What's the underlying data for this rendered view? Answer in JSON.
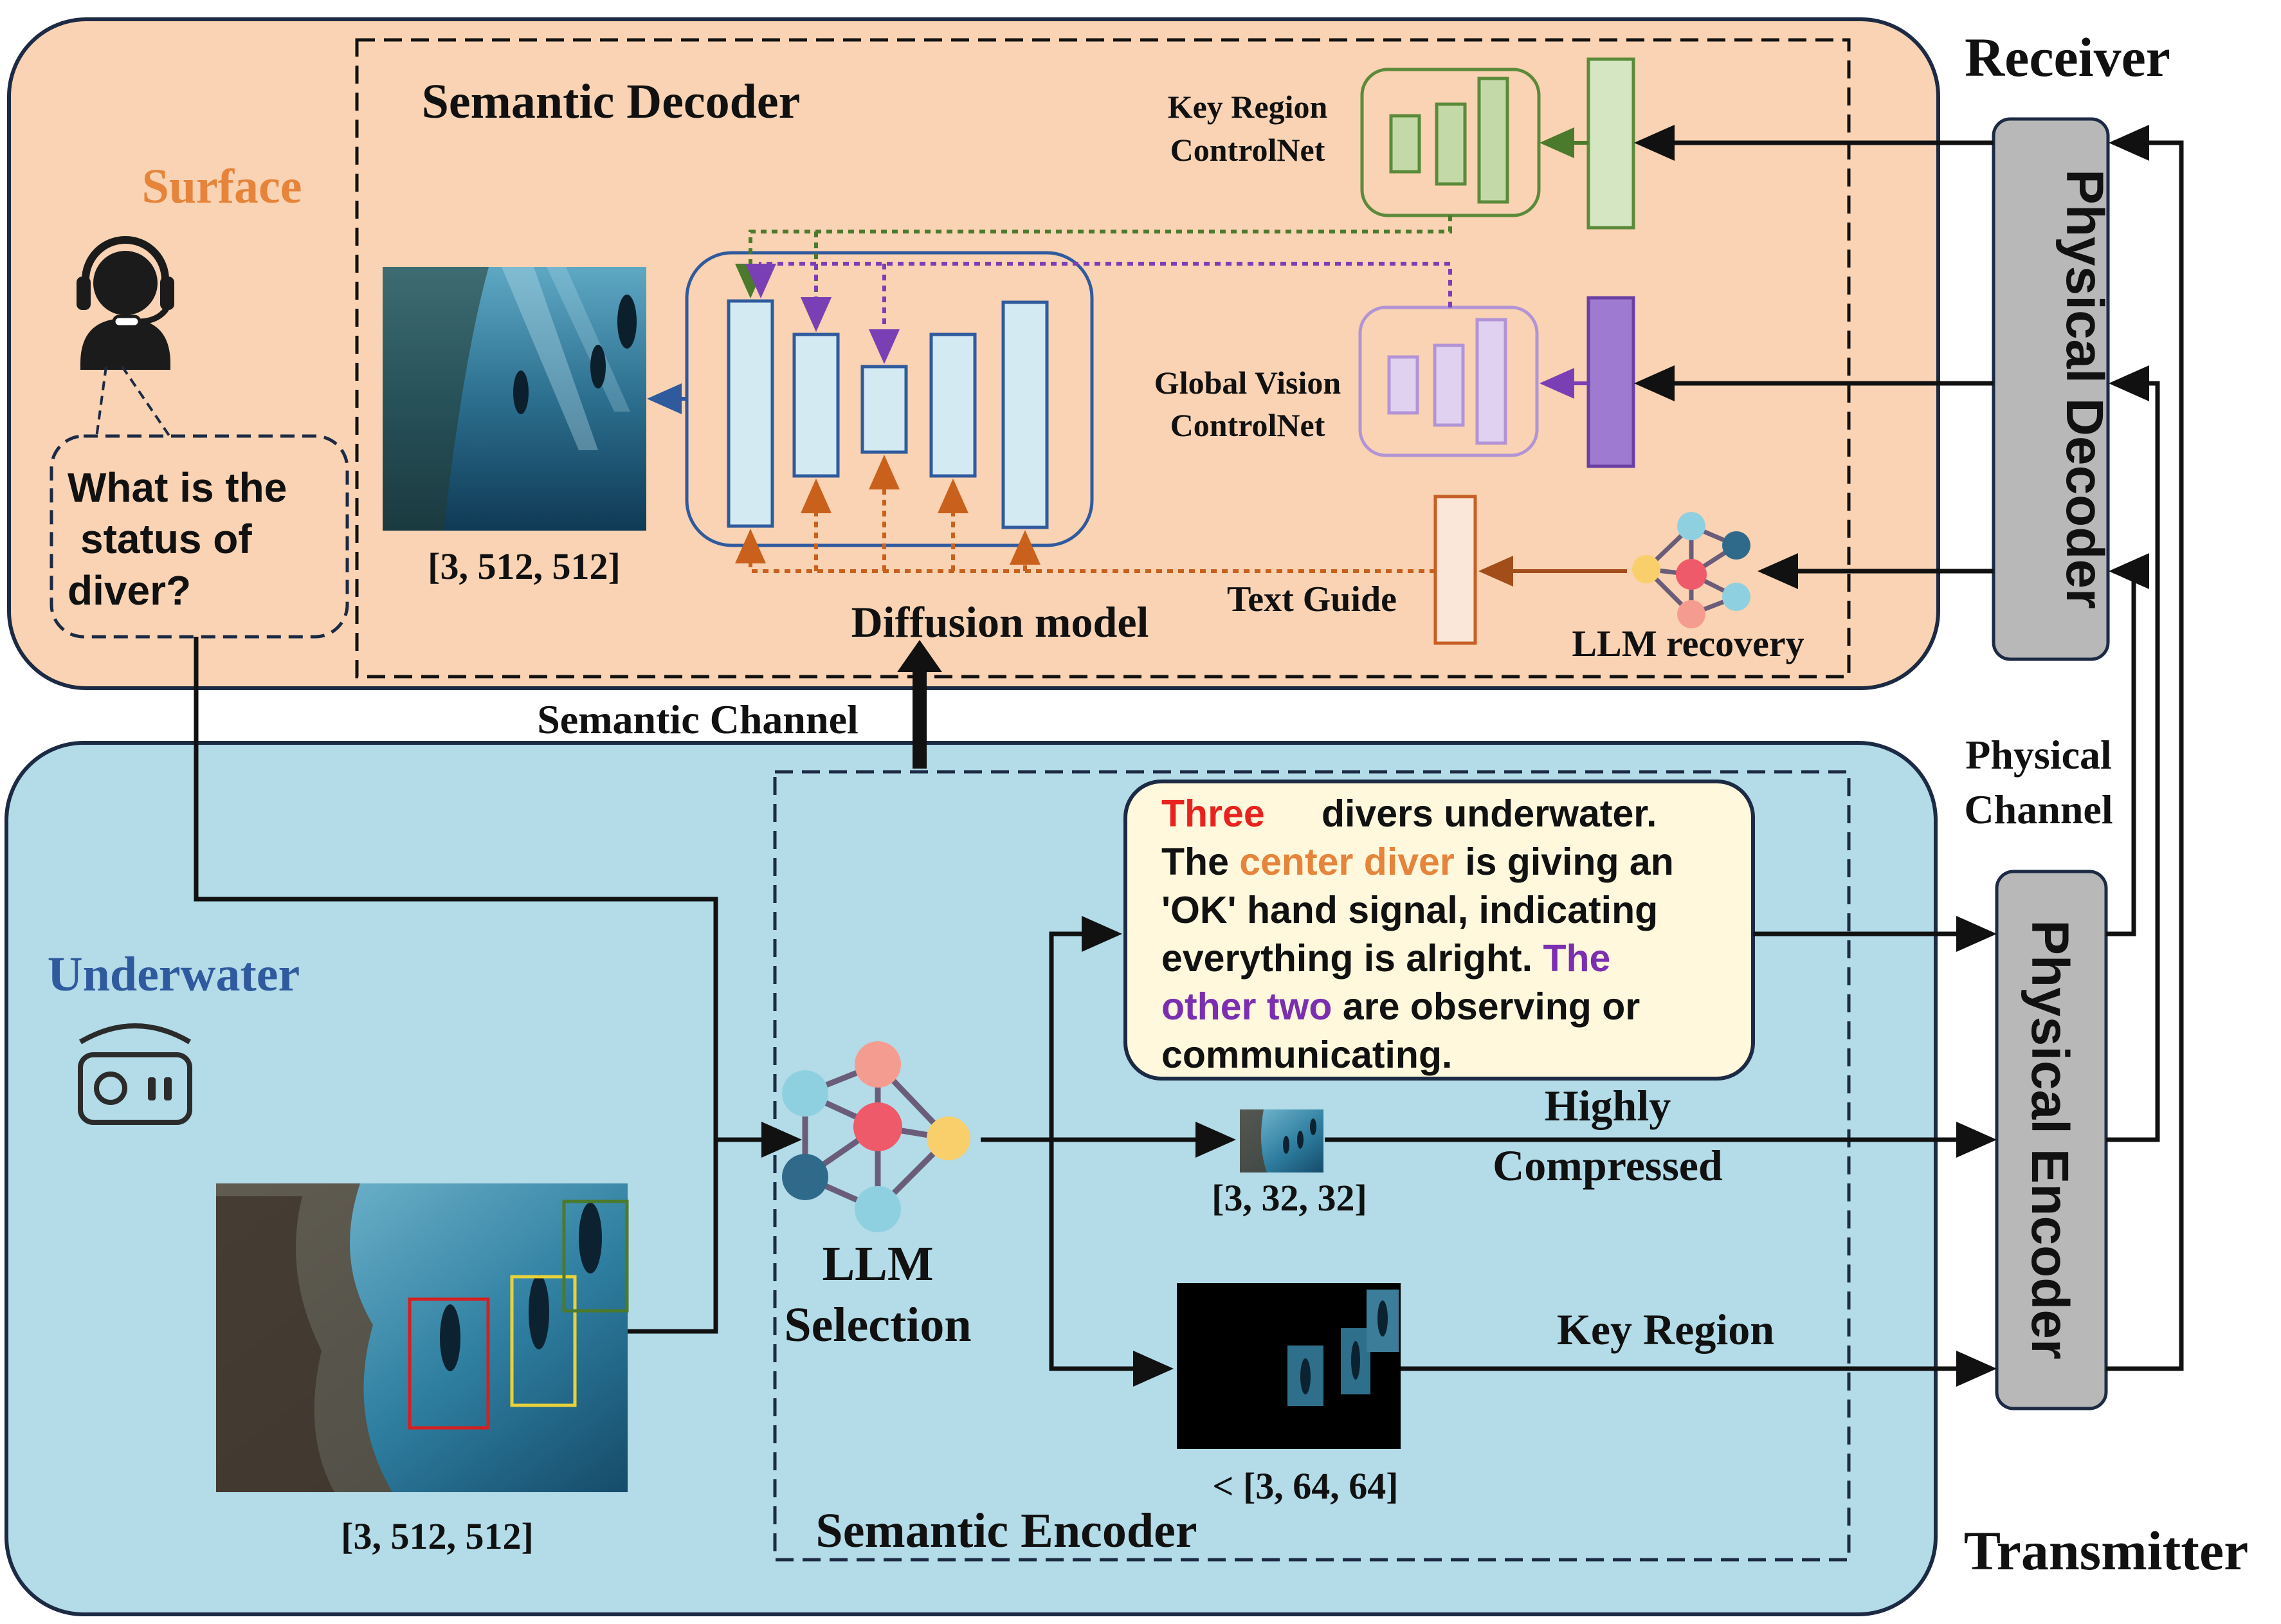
{
  "labels": {
    "receiver": "Receiver",
    "transmitter": "Transmitter",
    "surface": "Surface",
    "underwater": "Underwater",
    "semantic_decoder": "Semantic Decoder",
    "semantic_encoder": "Semantic Encoder",
    "semantic_channel": "Semantic Channel",
    "physical_channel_line1": "Physical",
    "physical_channel_line2": "Channel",
    "physical_decoder": "Physical Decoder",
    "physical_encoder": "Physical Encoder",
    "diffusion_model": "Diffusion model",
    "text_guide": "Text Guide",
    "llm_recovery": "LLM recovery",
    "key_region_controlnet_line1": "Key Region",
    "key_region_controlnet_line2": "ControlNet",
    "global_vision_controlnet_line1": "Global Vision",
    "global_vision_controlnet_line2": "ControlNet",
    "llm_selection_line1": "LLM",
    "llm_selection_line2": "Selection",
    "highly_compressed_line1": "Highly",
    "highly_compressed_line2": "Compressed",
    "key_region": "Key Region",
    "decoded_image_dims": "[3, 512, 512]",
    "input_image_dims": "[3, 512, 512]",
    "compressed_dims": "[3, 32, 32]",
    "key_region_dims": "< [3, 64, 64]"
  },
  "query_bubble": {
    "line1": "What is the",
    "line2": "status of",
    "line3": "diver?"
  },
  "caption": {
    "l1_highlight": "Three",
    "l1_rest": "divers underwater.",
    "l2_pre": "The ",
    "l2_highlight": "center diver",
    "l2_post": " is giving an",
    "l3": "'OK' hand signal, indicating",
    "l4_pre": "everything is alright. ",
    "l4_highlight": "The",
    "l5_highlight": "other two",
    "l5_post": " are observing or",
    "l6": "communicating."
  },
  "colors": {
    "receiver_panel": "#f9d3b3",
    "transmitter_panel": "#b3dbe8",
    "surface_text": "#e5843a",
    "underwater_text": "#2f5a9e",
    "keyregion_green": "#5b8a3a",
    "globalvision_purple": "#7b4fb5",
    "textguide_brown": "#c65f25",
    "physical_box": "#b8b8b8",
    "caption_box": "#fff8dc"
  },
  "icons": {
    "operator": "headset-operator-icon",
    "robot": "underwater-robot-icon",
    "neural_net": "neural-network-icon"
  }
}
